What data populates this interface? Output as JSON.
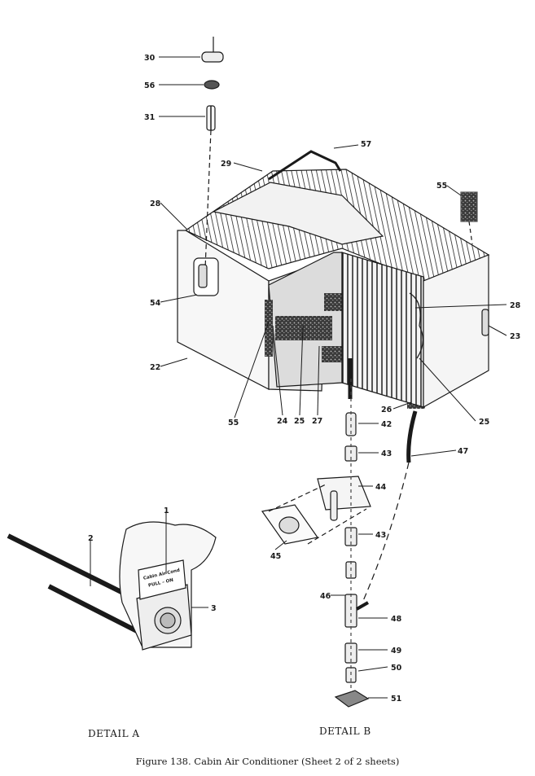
{
  "callouts": {
    "c30": "30",
    "c56": "56",
    "c31": "31",
    "c57": "57",
    "c29": "29",
    "c55a": "55",
    "c28a": "28",
    "c54": "54",
    "c22": "22",
    "c55b": "55",
    "c24": "24",
    "c25a": "25",
    "c27": "27",
    "c28b": "28",
    "c23": "23",
    "c26": "26",
    "c25b": "25",
    "c42": "42",
    "c43a": "43",
    "c47": "47",
    "c44": "44",
    "c45": "45",
    "c43b": "43",
    "c46": "46",
    "c48": "48",
    "c49": "49",
    "c50": "50",
    "c51": "51",
    "c1": "1",
    "c2": "2",
    "c3": "3"
  },
  "placard_text": [
    "Cabin Air Cond",
    "PULL – ON"
  ],
  "detail_a_label": "DETAIL A",
  "detail_b_label": "DETAIL B",
  "caption": "Figure 138.  Cabin Air Conditioner (Sheet 2 of 2 sheets)"
}
